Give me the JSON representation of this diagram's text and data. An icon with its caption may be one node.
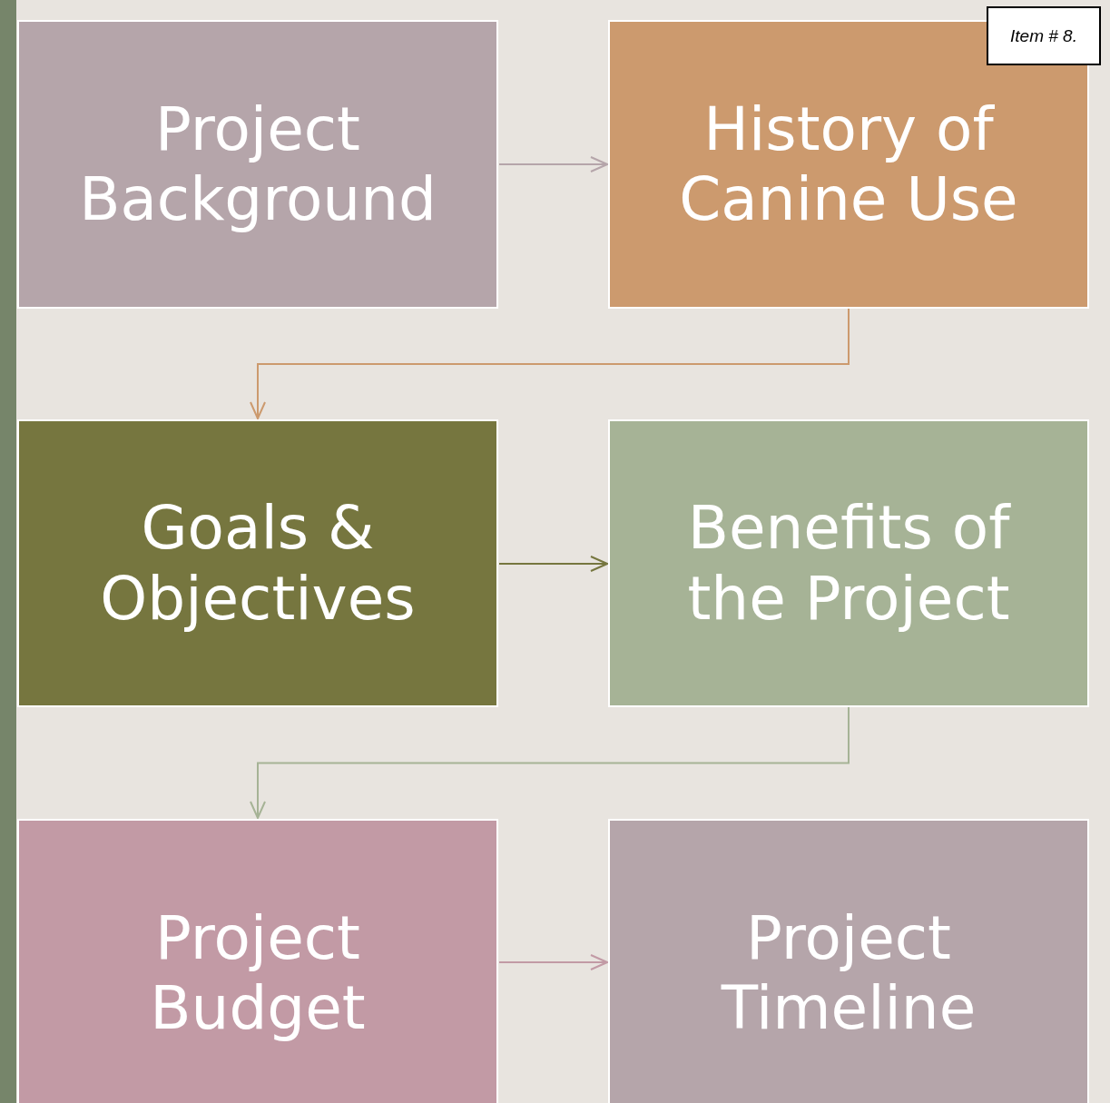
{
  "diagram": {
    "nodes": [
      {
        "text": [
          "Project Background"
        ]
      },
      {
        "text": [
          "History of Canine Use"
        ]
      },
      {
        "text": [
          "Goals & Objectives"
        ]
      },
      {
        "text": [
          "Benefits of the Project"
        ]
      },
      {
        "text": [
          "Project Budget"
        ]
      },
      {
        "text": [
          "Project Timeline"
        ]
      },
      {
        "text": [],
        "shape": "bar"
      }
    ],
    "edges": [
      {
        "from": 0,
        "to": 1,
        "arrow": "to",
        "color": "#b5a5aa"
      },
      {
        "from": 1,
        "to": 2,
        "arrow": "to",
        "color": "#cc9a6e"
      },
      {
        "from": 2,
        "to": 3,
        "arrow": "to",
        "color": "#76763f"
      },
      {
        "from": 3,
        "to": 4,
        "arrow": "to",
        "color": "#a6b396"
      },
      {
        "from": 4,
        "to": 5,
        "arrow": "to",
        "color": "#c29aa5"
      }
    ],
    "labels": [
      "Item # 8."
    ]
  }
}
